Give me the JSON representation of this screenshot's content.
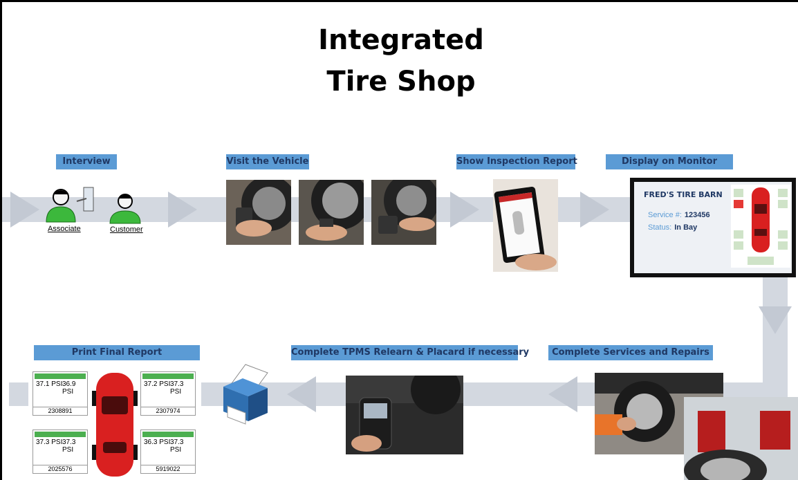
{
  "title": {
    "line1": "Integrated",
    "line2": "Tire Shop"
  },
  "steps": {
    "interview": "Interview",
    "visit": "Visit the Vehicle",
    "show_report": "Show Inspection Report",
    "display": "Display on Monitor",
    "print": "Print Final Report",
    "relearn": "Complete TPMS Relearn & Placard if necessary",
    "services": "Complete Services and Repairs"
  },
  "people": {
    "associate": "Associate",
    "customer": "Customer"
  },
  "monitor": {
    "shop_name": "FRED'S TIRE BARN",
    "service_label": "Service #:",
    "service_value": "123456",
    "status_label": "Status:",
    "status_value": "In Bay"
  },
  "final_report": {
    "tires": [
      {
        "psi_a": "37.1 PSI",
        "psi_b": "36.9 PSI",
        "serial": "2308891"
      },
      {
        "psi_a": "37.2 PSI",
        "psi_b": "37.3 PSI",
        "serial": "2307974"
      },
      {
        "psi_a": "37.3 PSI",
        "psi_b": "37.3 PSI",
        "serial": "2025576"
      },
      {
        "psi_a": "36.3 PSI",
        "psi_b": "37.3 PSI",
        "serial": "5919022"
      }
    ]
  },
  "colors": {
    "label_bg": "#5b9bd5",
    "label_text": "#1f3864",
    "flow": "#d3d8e0",
    "person": "#3cb83c",
    "car": "#d92020"
  }
}
